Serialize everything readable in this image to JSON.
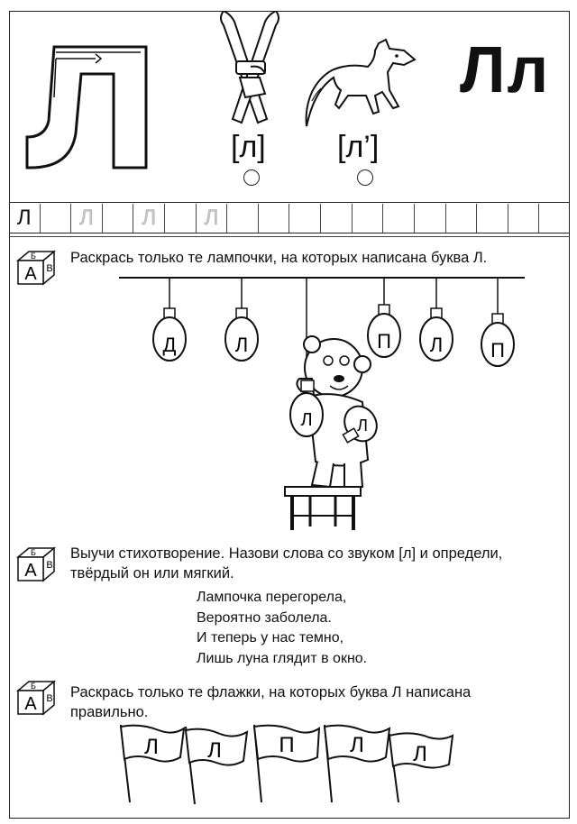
{
  "header": {
    "big_letter": "Лл",
    "sound_hard": "[л]",
    "sound_soft": "[л’]"
  },
  "cells": [
    "Л",
    "",
    "Л",
    "",
    "Л",
    "",
    "Л",
    "",
    "",
    "",
    "",
    "",
    "",
    "",
    "",
    "",
    "",
    ""
  ],
  "task1": {
    "text": "Раскрась только те лампочки, на которых написана буква Л.",
    "bulbs": [
      "Д",
      "Л",
      "П",
      "Л",
      "П"
    ],
    "bear_bulbs": [
      "Л",
      "Л"
    ]
  },
  "task2": {
    "line1": "Выучи стихотворение. Назови слова со звуком [л] и определи,",
    "line2": "твёрдый он или мягкий.",
    "poem": [
      "Лампочка перегорела,",
      "Вероятно заболела.",
      "И теперь у нас темно,",
      "Лишь луна глядит в окно."
    ]
  },
  "task3": {
    "line1": "Раскрась только те флажки, на которых буква Л написана",
    "line2": "правильно.",
    "flags": [
      "Л",
      "Л",
      "П",
      "Л",
      "Л"
    ]
  },
  "cube_letters": [
    "Б",
    "А",
    "В"
  ]
}
